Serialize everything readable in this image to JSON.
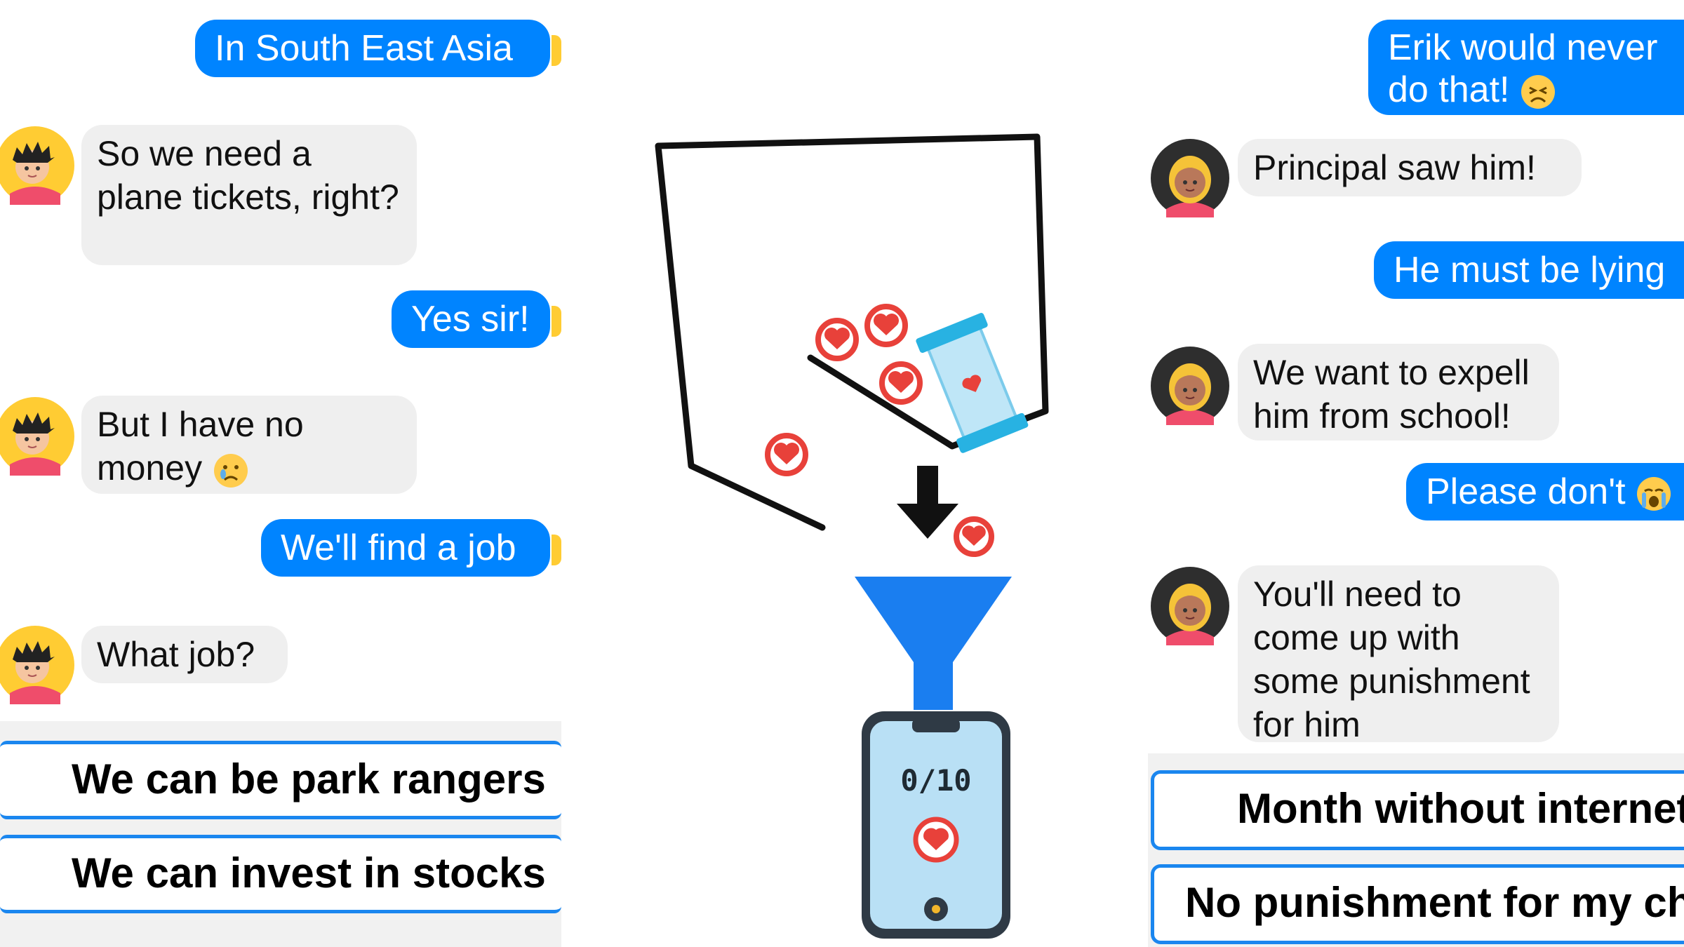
{
  "left_chat": {
    "messages": [
      {
        "from": "me",
        "text": "In South East Asia"
      },
      {
        "from": "boy",
        "text": "So we need a plane tickets, right?"
      },
      {
        "from": "me",
        "text": "Yes sir!"
      },
      {
        "from": "boy",
        "text": "But I have no money"
      },
      {
        "from": "me",
        "text": "We'll find a job"
      },
      {
        "from": "boy",
        "text": "What job?"
      }
    ],
    "choices": [
      "We can be park rangers",
      "We can invest in stocks"
    ]
  },
  "puzzle": {
    "counter": "0/10",
    "hearts_collected": 0,
    "hearts_goal": 10,
    "accent": "#1a7ef0",
    "heart_color": "#e8413a"
  },
  "right_chat": {
    "messages": [
      {
        "from": "me",
        "text": "Erik would never do that!"
      },
      {
        "from": "girl",
        "text": "Principal saw him!"
      },
      {
        "from": "me",
        "text": "He must be lying"
      },
      {
        "from": "girl",
        "text": "We want to expell him from school!"
      },
      {
        "from": "me",
        "text": "Please don't"
      },
      {
        "from": "girl",
        "text": "You'll need to come up with some punishment for him"
      }
    ],
    "choices": [
      "Month without internet",
      "No punishment for my child"
    ]
  },
  "colors": {
    "bubble_out": "#0084ff",
    "bubble_in": "#efefef",
    "avatar_bg": "#ffcc33"
  }
}
